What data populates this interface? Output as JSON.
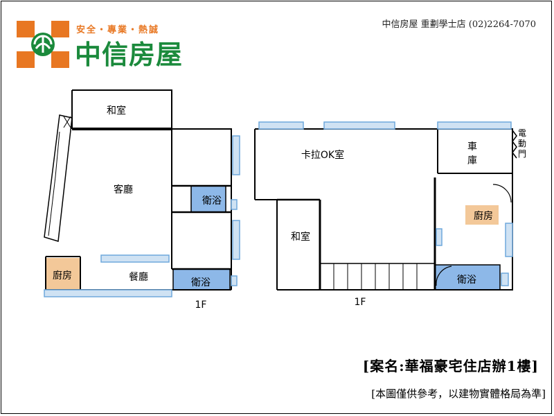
{
  "header": {
    "slogan": "安全・專業・熱誠",
    "brand": "中信房屋",
    "contact": "中信房屋 重劃學士店 (02)2264-7070"
  },
  "colors": {
    "brand_green": "#1b8a3c",
    "brand_orange": "#e87722",
    "bath_blue": "#8db8e8",
    "kitchen_beige": "#f3c899",
    "window_blue": "#6fa8dc"
  },
  "floor_plans": [
    {
      "label": "1F",
      "rooms": [
        {
          "name": "和室"
        },
        {
          "name": "客廳"
        },
        {
          "name": "衛浴"
        },
        {
          "name": "廚房"
        },
        {
          "name": "餐廳"
        },
        {
          "name": "衛浴"
        }
      ]
    },
    {
      "label": "1F",
      "rooms": [
        {
          "name": "卡拉OK室"
        },
        {
          "name": "車"
        },
        {
          "name": "庫"
        },
        {
          "name": "電"
        },
        {
          "name": "動"
        },
        {
          "name": "門"
        },
        {
          "name": "廚房"
        },
        {
          "name": "和室"
        },
        {
          "name": "衛浴"
        }
      ]
    }
  ],
  "caption": {
    "title": "[案名:華福豪宅住店辦1樓]",
    "note": "[本圖僅供參考，以建物實體格局為準]"
  }
}
